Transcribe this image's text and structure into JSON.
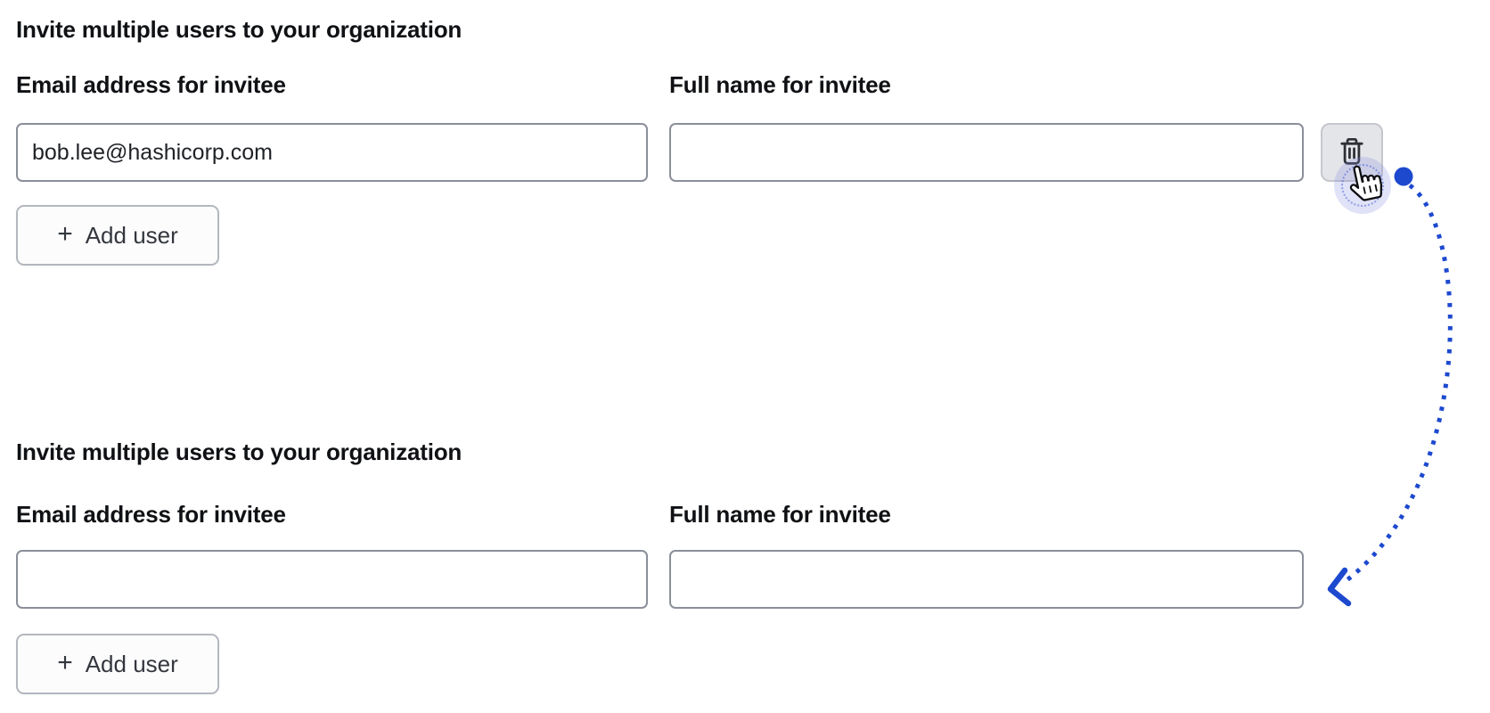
{
  "colors": {
    "page_bg": "#ffffff",
    "annotation_blue": "#1d49cf",
    "input_border": "#8b8f99",
    "delete_button_bg": "#e4e5e9",
    "text_dark": "#0f1114"
  },
  "before": {
    "heading": "Invite multiple users to your organization",
    "email_label": "Email address for invitee",
    "name_label": "Full name for invitee",
    "email_value": "bob.lee@hashicorp.com",
    "name_value": "",
    "plus": "+",
    "add_user": "Add user"
  },
  "after": {
    "heading": "Invite multiple users to your organization",
    "email_label": "Email address for invitee",
    "name_label": "Full name for invitee",
    "email_value": "",
    "name_value": "",
    "plus": "+",
    "add_user": "Add user"
  }
}
